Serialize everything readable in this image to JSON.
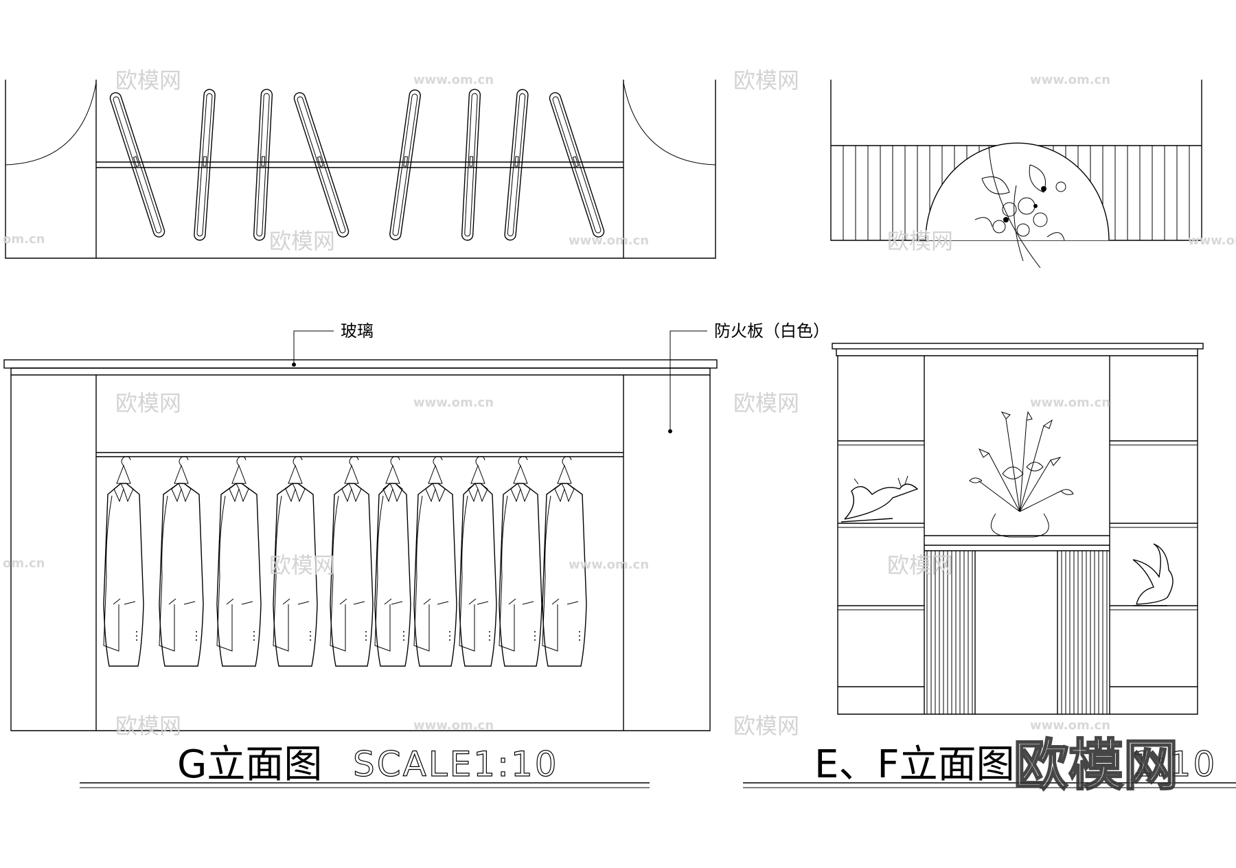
{
  "labels": {
    "glass": "玻璃",
    "fireboard": "防火板（白色）"
  },
  "titles": {
    "g": {
      "name": "G立面图",
      "scale": "SCALE1:10"
    },
    "ef": {
      "name": "E、F立面图",
      "scale": "1:10"
    }
  },
  "watermark": {
    "brand": "欧模网",
    "url": "www.om.cn",
    "partial_url": "om.cn"
  },
  "counts": {
    "hangers_top_view": 8,
    "jackets": 10
  },
  "colors": {
    "line": "#000000",
    "background": "#ffffff",
    "watermark": "#cfcfcf"
  }
}
